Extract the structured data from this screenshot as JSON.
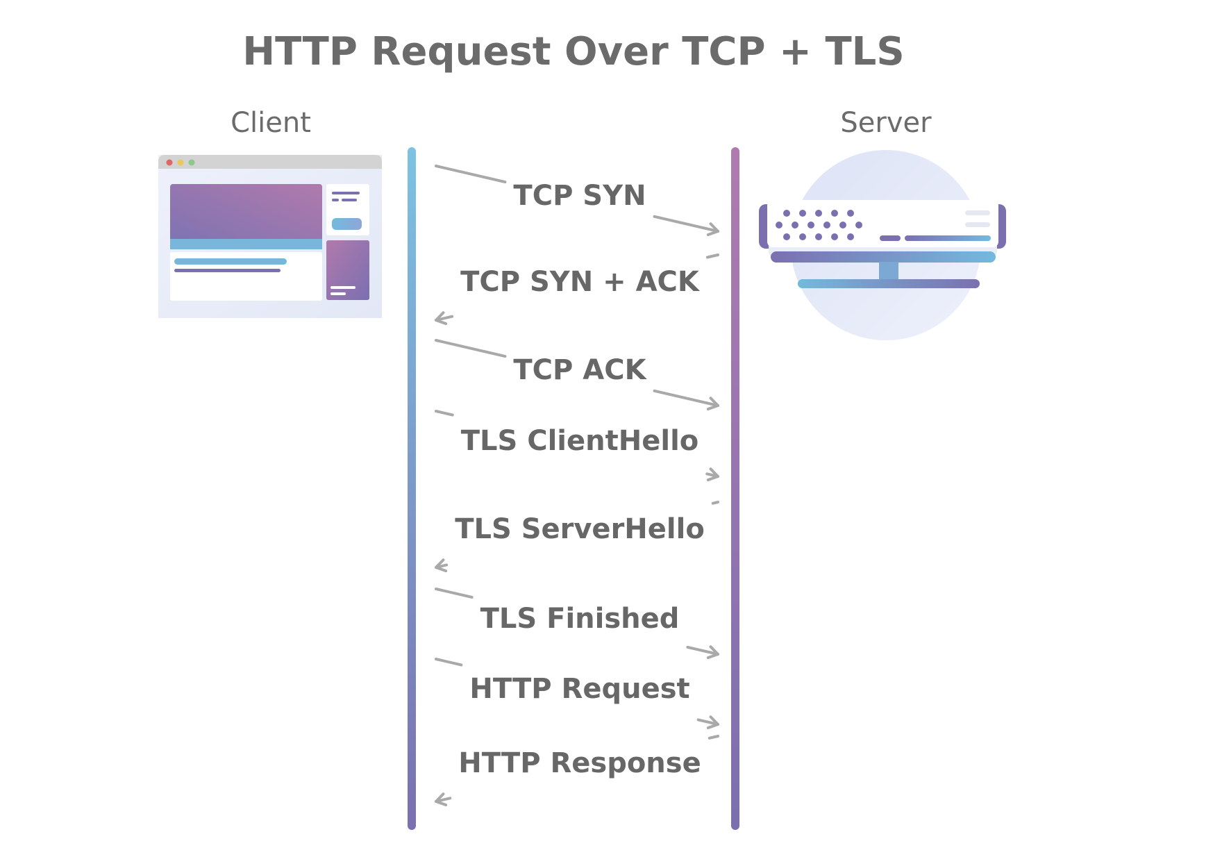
{
  "title": "HTTP Request Over TCP + TLS",
  "client": {
    "label": "Client",
    "icon": "browser-window-icon"
  },
  "server": {
    "label": "Server",
    "icon": "server-rack-icon"
  },
  "colors": {
    "text": "#6b6b6b",
    "arrow": "#a9a9a9",
    "client_lifeline_top": "#7cc3e2",
    "client_lifeline_bottom": "#7b6fb0",
    "server_lifeline_top": "#b07ab0",
    "server_lifeline_bottom": "#7b6fb0",
    "accent_purple": "#8a6fb0",
    "accent_blue": "#74b9dd"
  },
  "messages": [
    {
      "label": "TCP SYN",
      "direction": "to-server"
    },
    {
      "label": "TCP SYN + ACK",
      "direction": "to-client"
    },
    {
      "label": "TCP ACK",
      "direction": "to-server"
    },
    {
      "label": "TLS ClientHello",
      "direction": "to-server"
    },
    {
      "label": "TLS ServerHello",
      "direction": "to-client"
    },
    {
      "label": "TLS Finished",
      "direction": "to-server"
    },
    {
      "label": "HTTP Request",
      "direction": "to-server"
    },
    {
      "label": "HTTP Response",
      "direction": "to-client"
    }
  ]
}
